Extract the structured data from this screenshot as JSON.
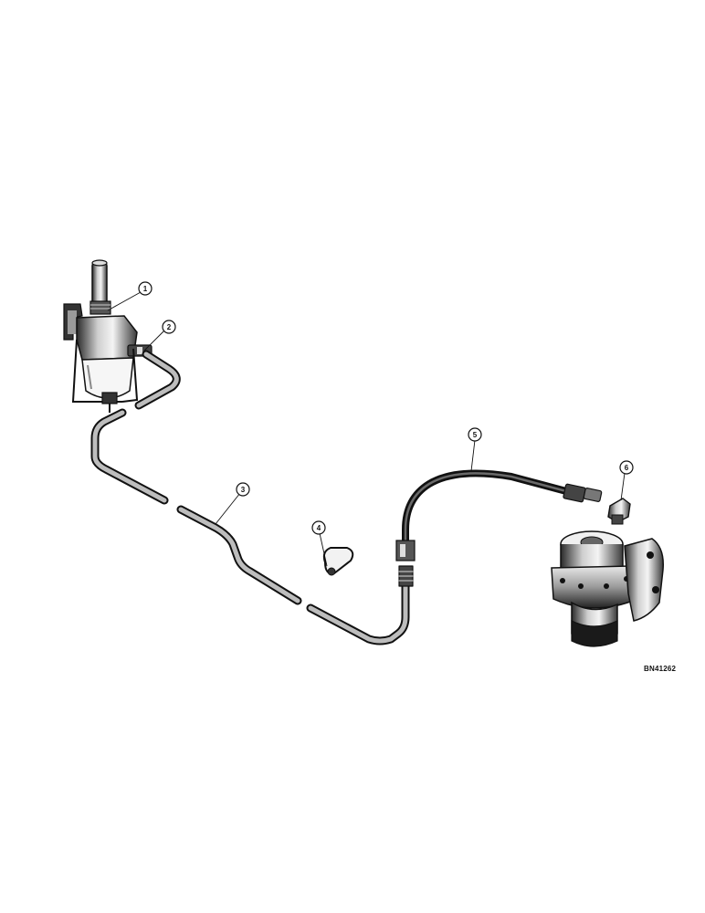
{
  "callouts": [
    {
      "id": "1",
      "label": "1"
    },
    {
      "id": "2",
      "label": "2"
    },
    {
      "id": "3",
      "label": "3"
    },
    {
      "id": "4",
      "label": "4"
    },
    {
      "id": "5",
      "label": "5"
    },
    {
      "id": "6",
      "label": "6"
    }
  ],
  "reference_code": "BN41262"
}
